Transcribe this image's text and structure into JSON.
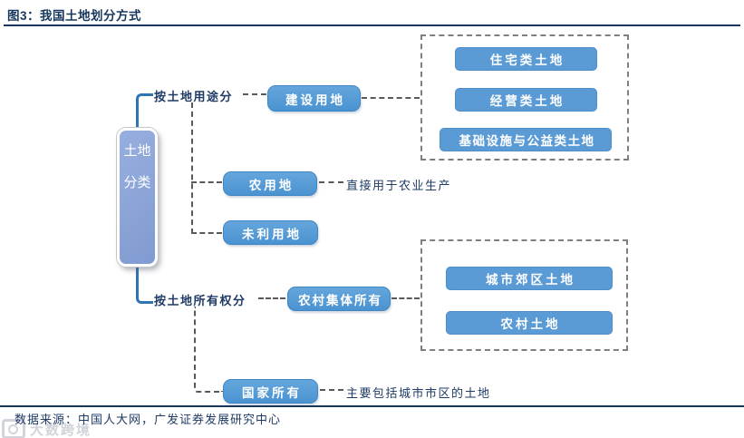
{
  "title": "图3：我国土地划分方式",
  "root": {
    "label": "土地分类"
  },
  "branches": {
    "by_use": {
      "label": "按土地用途分"
    },
    "by_ownership": {
      "label": "按土地所有权分"
    }
  },
  "nodes": {
    "construction_land": "建设用地",
    "agricultural_land": "农用地",
    "unused_land": "未利用地",
    "rural_collective": "农村集体所有",
    "state_owned": "国家所有",
    "residential_land": "住宅类土地",
    "business_land": "经营类土地",
    "infrastructure_public_land": "基础设施与公益类土地",
    "urban_suburb_land": "城市郊区土地",
    "rural_land": "农村土地"
  },
  "annotations": {
    "agricultural_note": "直接用于农业生产",
    "state_owned_note": "主要包括城市市区的土地"
  },
  "source": "数据来源：中国人大网，广发证券发展研究中心",
  "watermark": "大数跨境",
  "colors": {
    "title_text": "#17365D",
    "solid_connector": "#2E75B6",
    "branch_box": "#4E95D2",
    "leaf_box": "#5B9BD5",
    "root_box": "#8FA8D8",
    "dashed_line": "#595959",
    "dashed_container": "#7F7F7F"
  }
}
